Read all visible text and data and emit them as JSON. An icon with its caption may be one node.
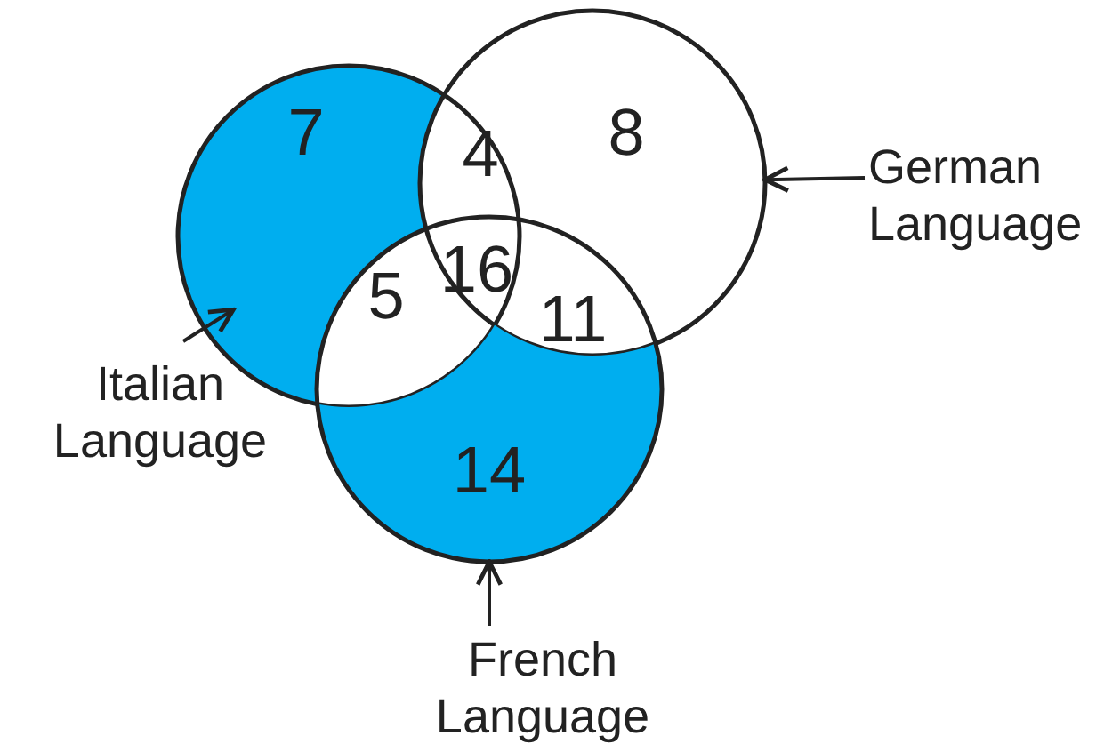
{
  "diagram": {
    "nodes": [
      {
        "text": [],
        "shape": "circle"
      },
      {
        "text": [],
        "shape": "circle"
      },
      {
        "text": [],
        "shape": "circle"
      },
      {
        "text": [
          "German Language"
        ]
      },
      {
        "text": [
          "Italian Language"
        ]
      },
      {
        "text": [
          "French Language"
        ]
      }
    ],
    "edges": [
      {
        "from": 3,
        "to": 1,
        "arrow": "to"
      },
      {
        "from": 4,
        "to": 0,
        "arrow": "to"
      },
      {
        "from": 5,
        "to": 2,
        "arrow": "to"
      }
    ],
    "labels": [
      "7",
      "4",
      "8",
      "16",
      "5",
      "11",
      "14"
    ]
  }
}
